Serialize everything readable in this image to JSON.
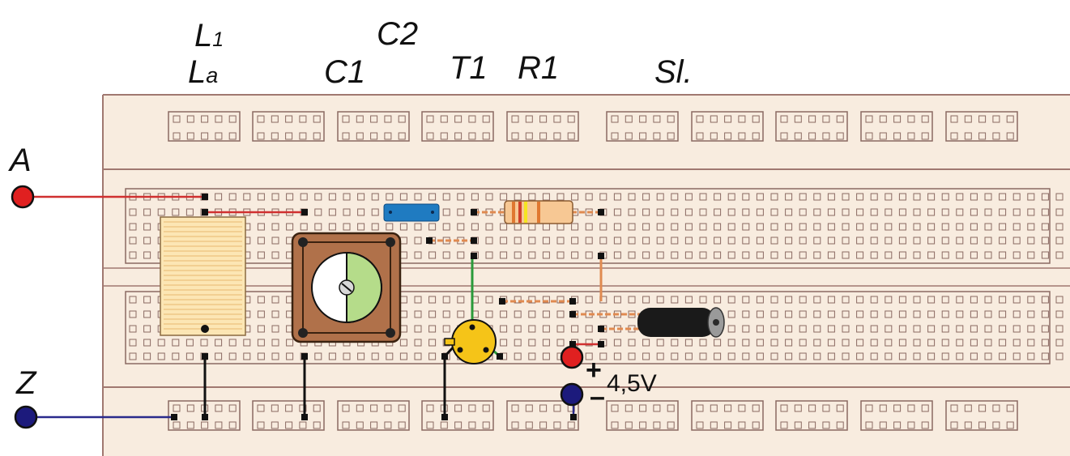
{
  "labels": {
    "l1_main": "L",
    "l1_sub": "1",
    "la_main": "L",
    "la_sub": "a",
    "c2": "C2",
    "c1": "C1",
    "t1": "T1",
    "r1": "R1",
    "sl": "Sl.",
    "terminal_a": "A",
    "terminal_z": "Z",
    "plus": "+",
    "minus": "–",
    "voltage": "4,5V"
  },
  "colors": {
    "board": "#f8ecdf",
    "board_edge": "#a07870",
    "hole": "#8a6a62",
    "terminal_a": "#e02020",
    "terminal_z": "#1c1a7c",
    "coil": "#fce6b4",
    "capacitor_body": "#b0714a",
    "capacitor_dial_green": "#b5dc8a",
    "transistor": "#f5c418",
    "blue_capacitor": "#1f7bc1",
    "resistor_body": "#f7c894",
    "earpiece": "#1a1a1a",
    "wire_red": "#d03030",
    "wire_blue": "#2a2a8c",
    "wire_black": "#111111",
    "wire_green": "#2a9a3a",
    "wire_orange": "#e08a50"
  },
  "icons": {
    "terminal_a": "red-terminal-icon",
    "terminal_z": "blue-terminal-icon",
    "battery_plus": "red-terminal-icon",
    "battery_minus": "blue-terminal-icon"
  }
}
